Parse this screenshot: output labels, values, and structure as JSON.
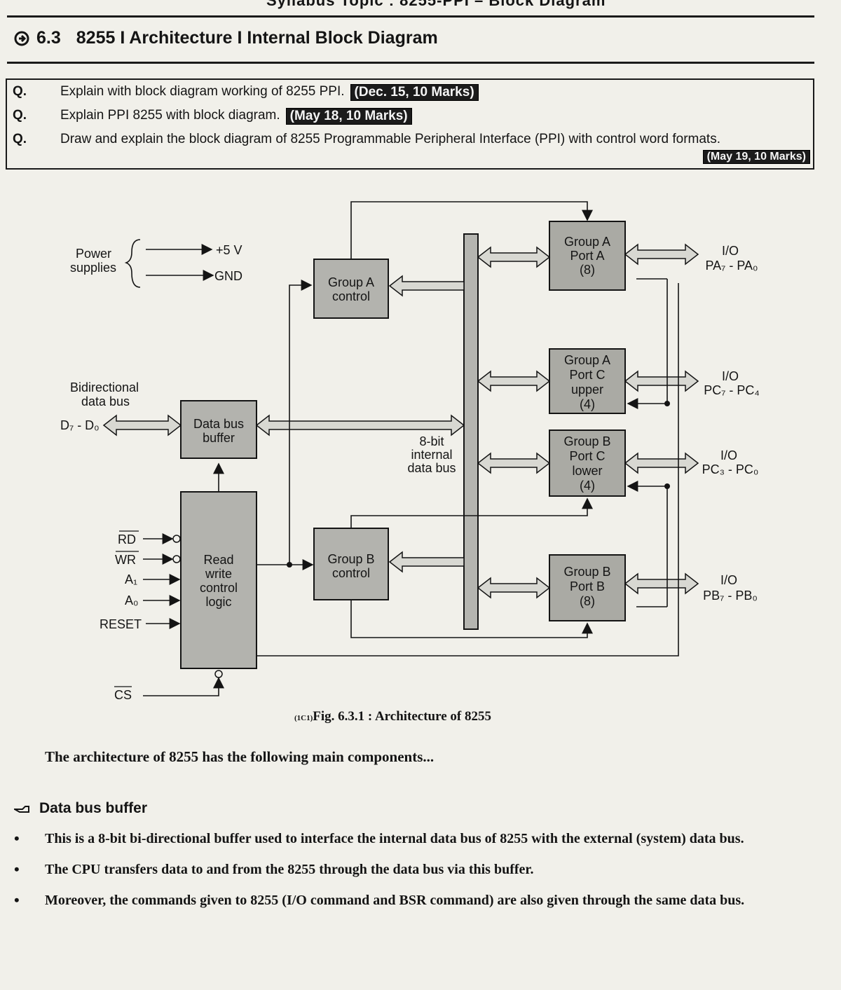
{
  "page": {
    "top_header_fragment": "Syllabus Topic : 8255-PPI – Block Diagram",
    "section_number": "6.3",
    "section_title": "8255 I Architecture I Internal Block Diagram",
    "questions": [
      {
        "label": "Q.",
        "text": "Explain with block diagram working of 8255 PPI.",
        "tag": "(Dec. 15, 10 Marks)"
      },
      {
        "label": "Q.",
        "text": "Explain PPI 8255 with block diagram.",
        "tag": "(May 18, 10 Marks)"
      },
      {
        "label": "Q.",
        "text": "Draw and explain the block diagram of 8255 Programmable Peripheral Interface (PPI) with control word formats.",
        "tag": "(May 19, 10 Marks)"
      }
    ],
    "caption_prefix": "(1C1)",
    "caption": "Fig. 6.3.1 : Architecture of 8255",
    "intro": "The architecture of 8255 has the following main components...",
    "subsection": "Data bus buffer",
    "bullets": [
      "This is a 8-bit bi-directional buffer used to interface the internal data bus of 8255 with the external (system) data bus.",
      "The CPU transfers data to and from the 8255 through the data bus via this buffer.",
      "Moreover, the commands given to 8255 (I/O command and BSR command) are also given through the same data bus."
    ]
  },
  "diagram": {
    "power": {
      "label_line1": "Power",
      "label_line2": "supplies",
      "vcc": "+5 V",
      "gnd": "GND"
    },
    "bidir": {
      "line1": "Bidirectional",
      "line2": "data bus",
      "pins": "D₇ - D₀"
    },
    "data_bus_buffer": {
      "line1": "Data bus",
      "line2": "buffer"
    },
    "rw_logic": {
      "line1": "Read",
      "line2": "write",
      "line3": "control",
      "line4": "logic"
    },
    "rw_inputs": [
      "RD",
      "WR",
      "A₁",
      "A₀",
      "RESET"
    ],
    "cs": "CS",
    "group_a_control": {
      "line1": "Group A",
      "line2": "control"
    },
    "group_b_control": {
      "line1": "Group B",
      "line2": "control"
    },
    "internal_bus": {
      "line1": "8-bit",
      "line2": "internal",
      "line3": "data bus"
    },
    "ports": [
      {
        "line1": "Group A",
        "line2": "Port A",
        "line3": "(8)",
        "line4": "",
        "io": "I/O",
        "pins": "PA₇ - PA₀"
      },
      {
        "line1": "Group A",
        "line2": "Port C",
        "line3": "upper",
        "line4": "(4)",
        "io": "I/O",
        "pins": "PC₇ - PC₄"
      },
      {
        "line1": "Group B",
        "line2": "Port C",
        "line3": "lower",
        "line4": "(4)",
        "io": "I/O",
        "pins": "PC₃ - PC₀"
      },
      {
        "line1": "Group B",
        "line2": "Port B",
        "line3": "(8)",
        "line4": "",
        "io": "I/O",
        "pins": "PB₇ - PB₀"
      }
    ]
  }
}
